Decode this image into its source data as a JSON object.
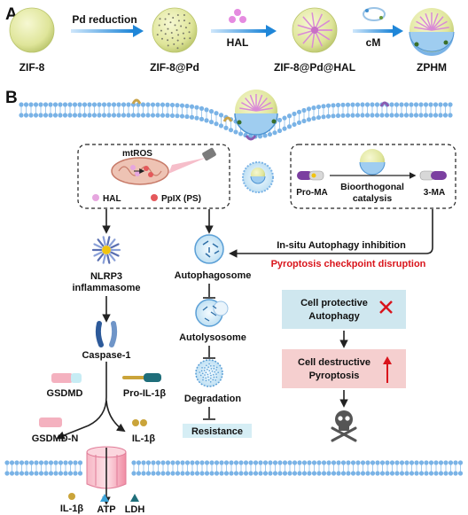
{
  "panel_a": {
    "letter": "A",
    "stages": [
      "ZIF-8",
      "ZIF-8@Pd",
      "ZIF-8@Pd@HAL",
      "ZPHM"
    ],
    "arrows": [
      "Pd reduction",
      "HAL",
      "cM"
    ]
  },
  "panel_b": {
    "letter": "B",
    "left_box": {
      "mtros": "mtROS",
      "hal": "HAL",
      "ppix": "PpIX (PS)"
    },
    "right_box": {
      "pro_ma": "Pro-MA",
      "catalysis_line1": "Bioorthogonal",
      "catalysis_line2": "catalysis",
      "three_ma": "3-MA"
    },
    "inhibition": "In-situ Autophagy inhibition",
    "disruption": "Pyroptosis checkpoint disruption",
    "pyroptosis_path": {
      "nlrp3_line1": "NLRP3",
      "nlrp3_line2": "inflammasome",
      "caspase": "Caspase-1",
      "gsdmd": "GSDMD",
      "pro_il": "Pro-IL-1β",
      "gsdmd_n": "GSDMD-N",
      "il": "IL-1β",
      "il_out": "IL-1β",
      "atp": "ATP",
      "ldh": "LDH"
    },
    "autophagy_path": {
      "autophagosome": "Autophagosome",
      "autolysosome": "Autolysosome",
      "degradation": "Degradation",
      "resistance": "Resistance"
    },
    "outcome": {
      "protective_line1": "Cell protective",
      "protective_line2": "Autophagy",
      "destructive_line1": "Cell destructive",
      "destructive_line2": "Pyroptosis"
    }
  },
  "colors": {
    "membrane": "#7ab3e6",
    "arrow_blue": "#2f8fdc",
    "red_text": "#d9141b",
    "resistance_box": "#d6eef5",
    "protective_box": "#cfe7ef",
    "destructive_box": "#f5cfcf",
    "zif_sphere": "#dfe59a"
  }
}
